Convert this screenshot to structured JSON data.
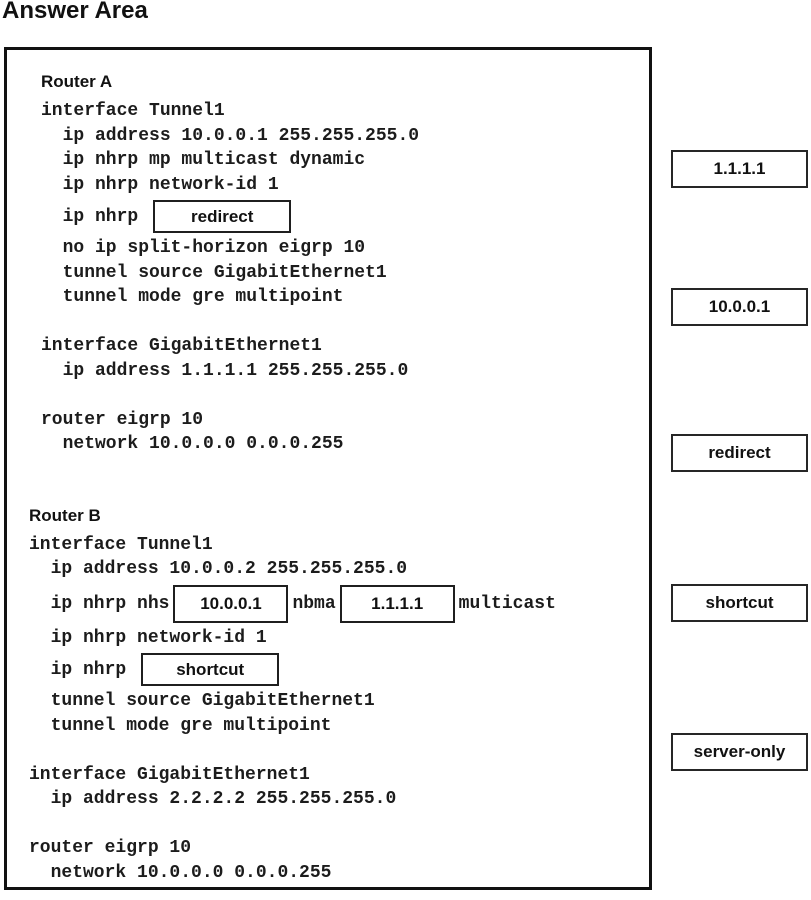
{
  "page_title": "Answer Area",
  "panel": {
    "router_a": {
      "heading": "Router A",
      "pre_lines": [
        "interface Tunnel1",
        "  ip address 10.0.0.1 255.255.255.0",
        "  ip nhrp mp multicast dynamic",
        "  ip nhrp network-id 1"
      ],
      "drop_line": {
        "prefix": "  ip nhrp",
        "value": "redirect"
      },
      "post_lines": [
        "  no ip split-horizon eigrp 10",
        "  tunnel source GigabitEthernet1",
        "  tunnel mode gre multipoint",
        "",
        "interface GigabitEthernet1",
        "  ip address 1.1.1.1 255.255.255.0",
        "",
        "router eigrp 10",
        "  network 10.0.0.0 0.0.0.255"
      ]
    },
    "router_b": {
      "heading": "Router B",
      "pre_lines": [
        "interface Tunnel1",
        "  ip address 10.0.0.2 255.255.255.0"
      ],
      "nhs_line": {
        "prefix": "  ip nhrp nhs",
        "drop1": "10.0.0.1",
        "mid": "nbma",
        "drop2": "1.1.1.1",
        "suffix": "multicast"
      },
      "network_id_line": "  ip nhrp network-id 1",
      "drop_line": {
        "prefix": "  ip nhrp",
        "value": "shortcut"
      },
      "post_lines": [
        "  tunnel source GigabitEthernet1",
        "  tunnel mode gre multipoint",
        "",
        "interface GigabitEthernet1",
        "  ip address 2.2.2.2 255.255.255.0",
        "",
        "router eigrp 10",
        "  network 10.0.0.0 0.0.0.255"
      ]
    }
  },
  "options": [
    {
      "label": "1.1.1.1"
    },
    {
      "label": "10.0.0.1"
    },
    {
      "label": "redirect"
    },
    {
      "label": "shortcut"
    },
    {
      "label": "server-only"
    }
  ]
}
